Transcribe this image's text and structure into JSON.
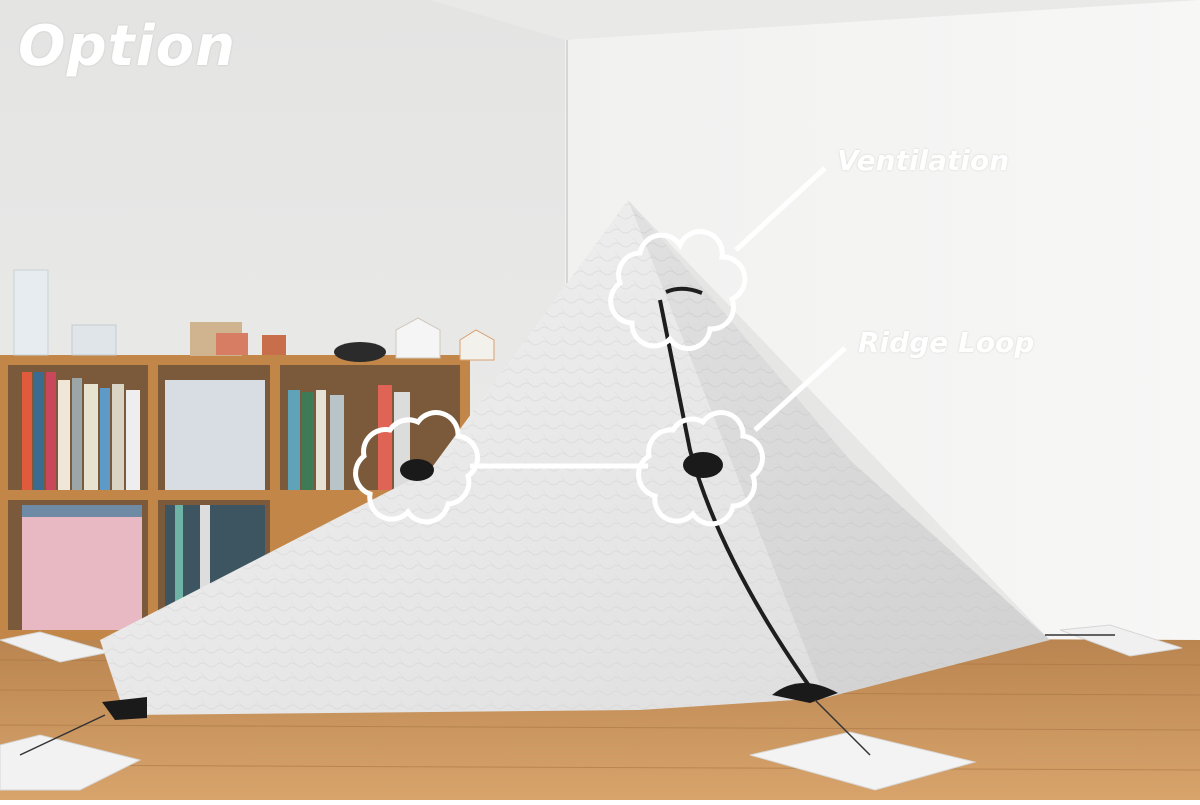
{
  "title": "Option",
  "callouts": {
    "ventilation": "Ventilation",
    "ridge_loop": "Ridge Loop"
  },
  "colors": {
    "wall": "#f0f0ef",
    "floor": "#c9905a",
    "shelf": "#c58a4b",
    "tent": "#eeeeee",
    "annotation": "#ffffff",
    "patch": "#1a1a1a"
  }
}
